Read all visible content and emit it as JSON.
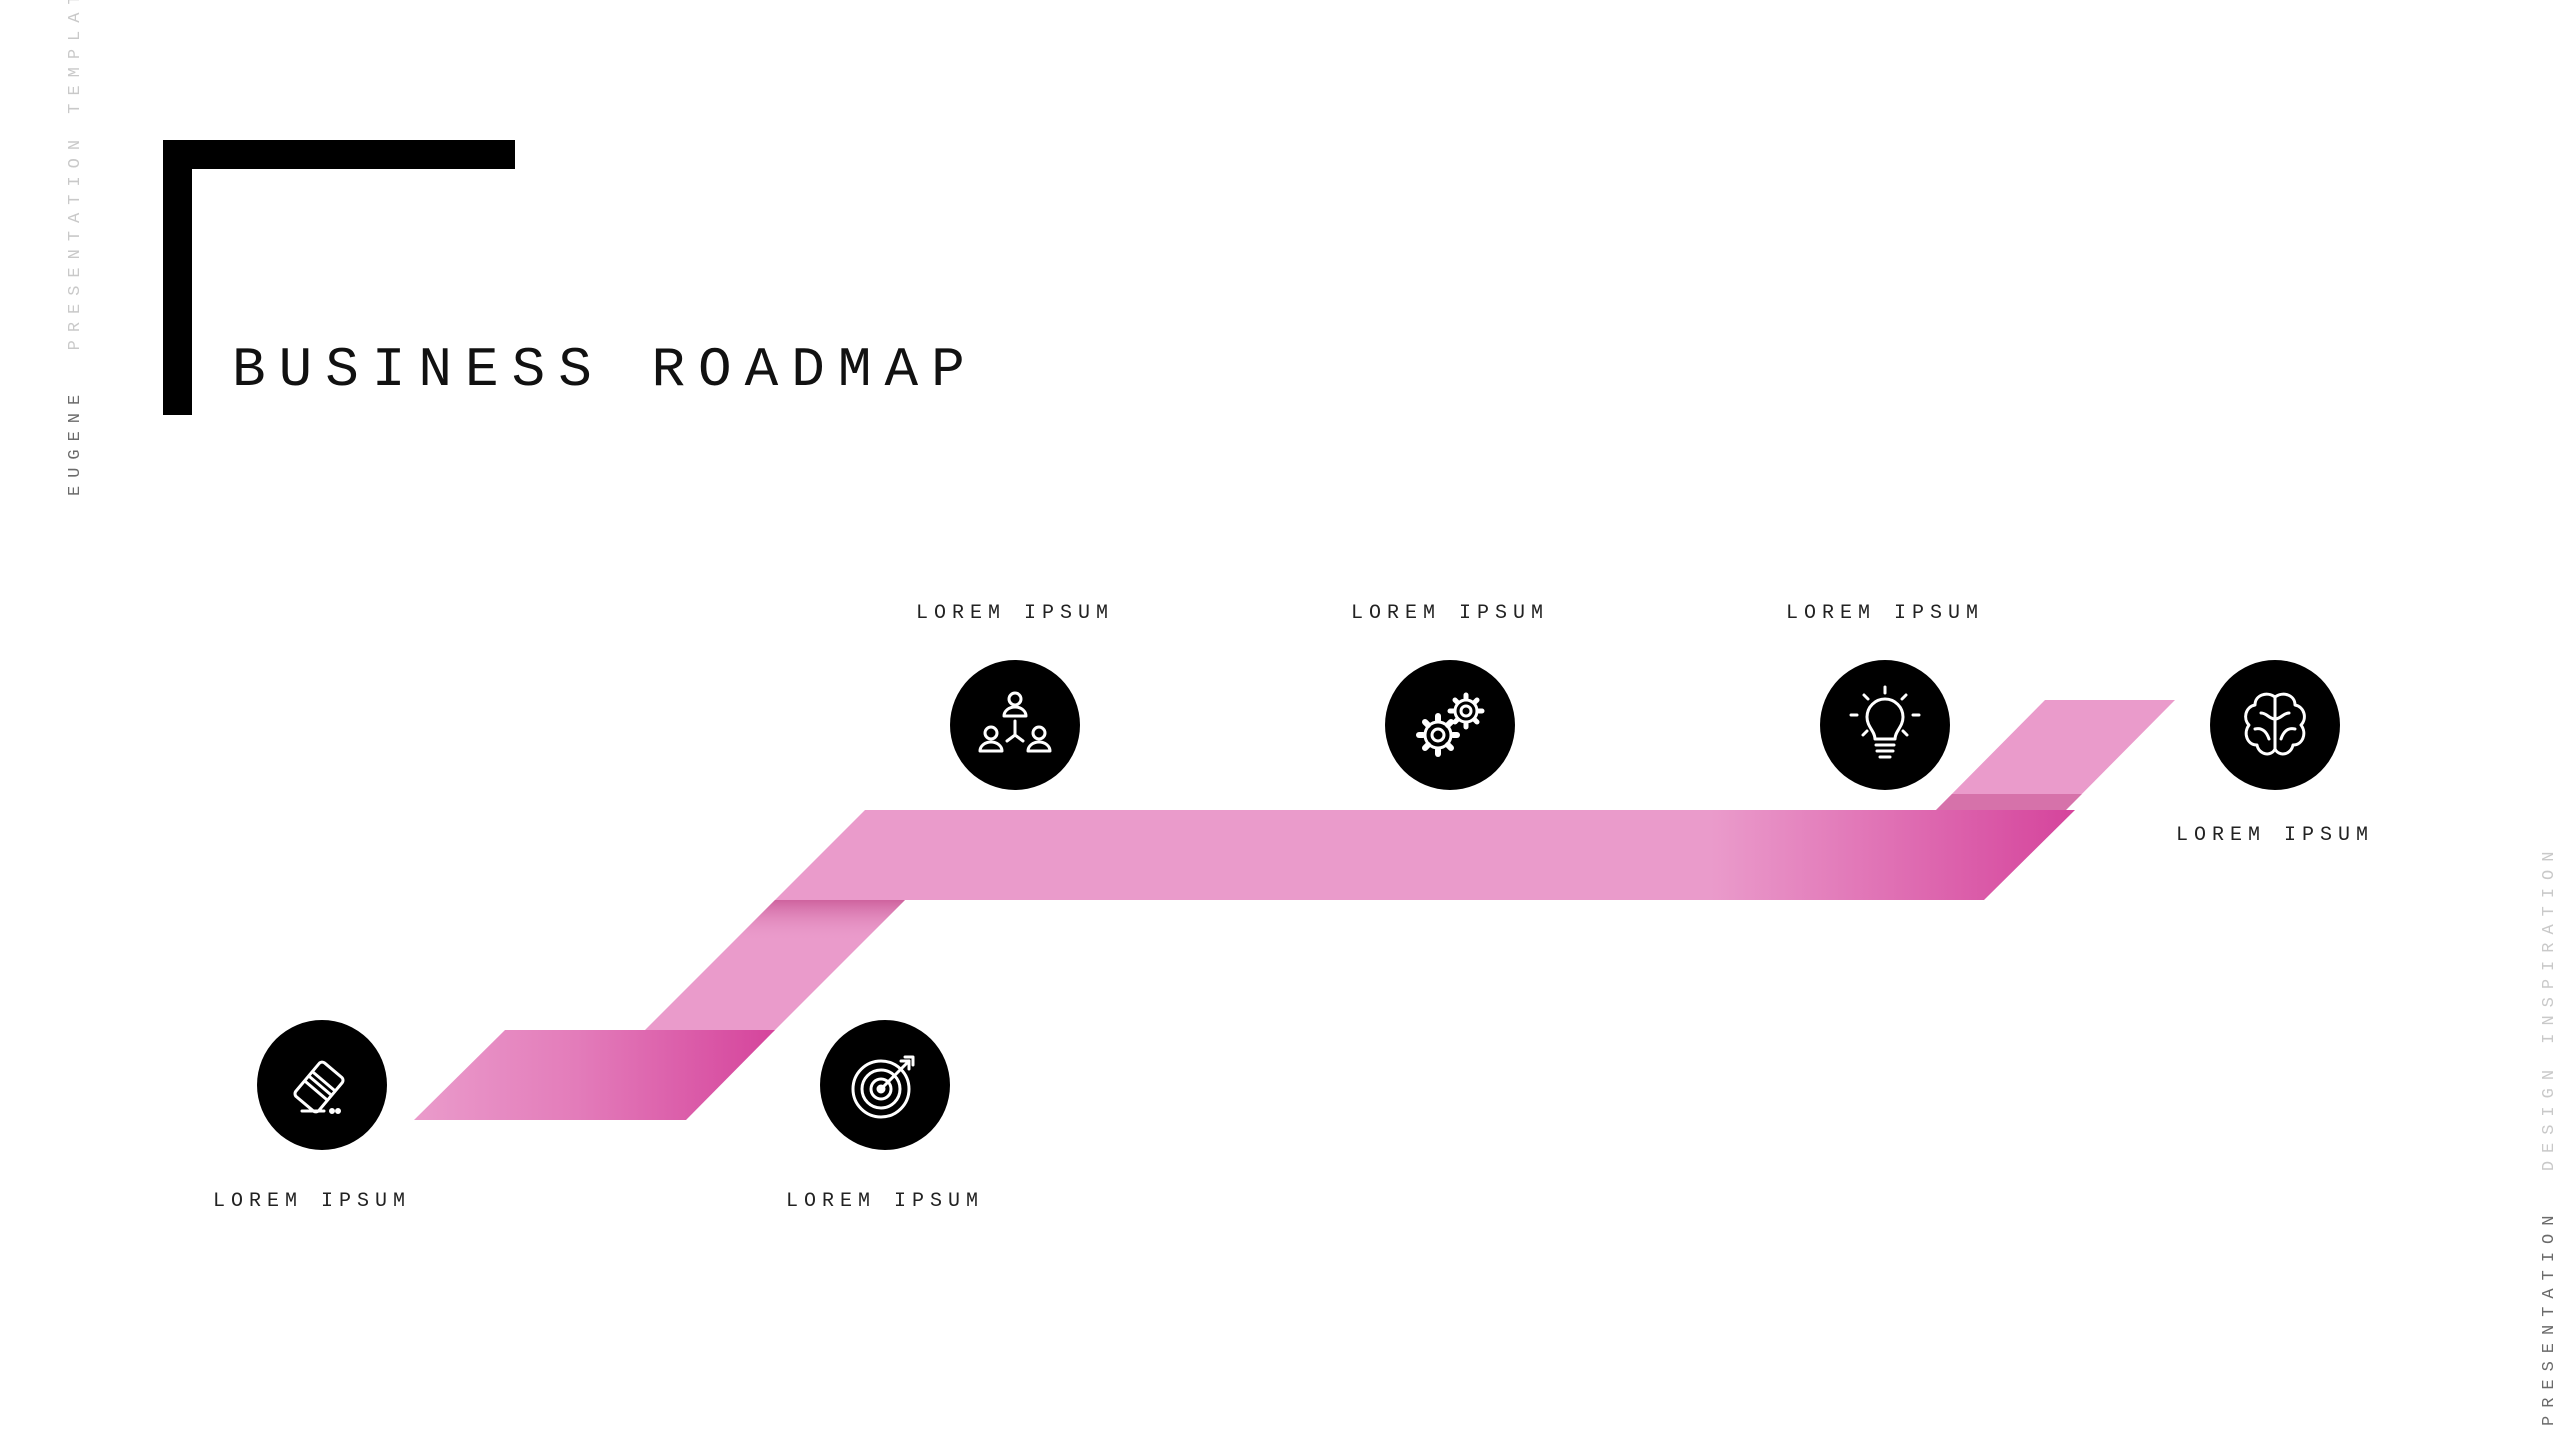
{
  "side_text": {
    "left_dark": "EUGENE",
    "left_light": "PRESENTATION TEMPLATE",
    "right_dark": "PRESENTATION",
    "right_light": "DESIGN INSPIRATION"
  },
  "title": "BUSINESS ROADMAP",
  "colors": {
    "ribbon_light": "#ea9bcb",
    "ribbon_dark": "#d5449c",
    "node": "#000000",
    "accent": "#000000"
  },
  "milestones": [
    {
      "label": "LOREM IPSUM",
      "icon": "ticket-icon"
    },
    {
      "label": "LOREM IPSUM",
      "icon": "target-icon"
    },
    {
      "label": "LOREM IPSUM",
      "icon": "team-icon"
    },
    {
      "label": "LOREM IPSUM",
      "icon": "gears-icon"
    },
    {
      "label": "LOREM IPSUM",
      "icon": "lightbulb-icon"
    },
    {
      "label": "LOREM IPSUM",
      "icon": "brain-icon"
    }
  ]
}
